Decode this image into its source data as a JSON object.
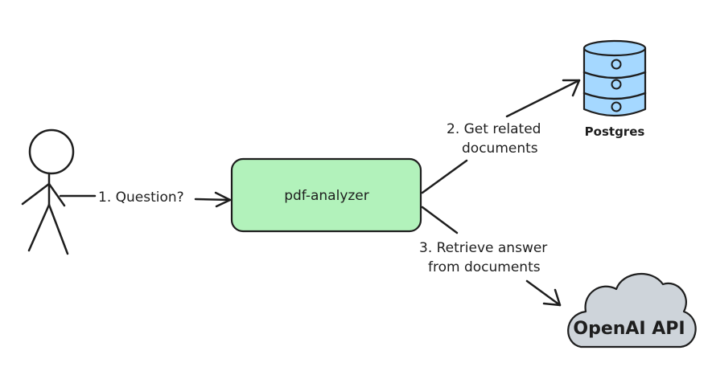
{
  "nodes": {
    "analyzer": {
      "label": "pdf-analyzer",
      "fill": "#b2f2bb"
    },
    "database": {
      "label": "Postgres",
      "fill": "#a5d8ff"
    },
    "cloud": {
      "label": "OpenAI API",
      "fill": "#ced4da"
    }
  },
  "edges": {
    "question": {
      "label": "1. Question?"
    },
    "related": {
      "line1": "2. Get related",
      "line2": "documents"
    },
    "retrieve": {
      "line1": "3. Retrieve answer",
      "line2": "from documents"
    }
  },
  "colors": {
    "stroke": "#1e1e1e",
    "background": "#ffffff"
  }
}
